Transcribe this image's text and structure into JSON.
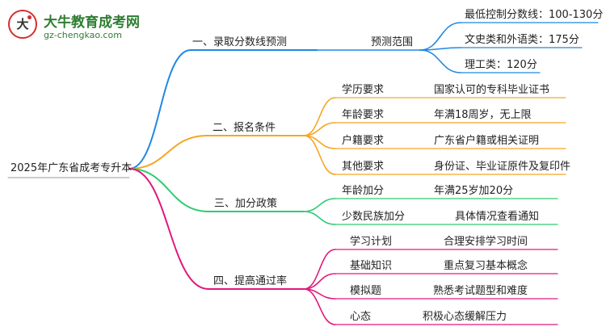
{
  "logo": {
    "icon": "cap-badge-icon",
    "title": "大牛教育成考网",
    "url": "gz-chengkao.com"
  },
  "root": {
    "label": "2025年广东省成考专升本"
  },
  "colors": {
    "blue": "#1e88e5",
    "orange": "#f5a623",
    "green": "#2ecc71",
    "magenta": "#e0197d"
  },
  "branches": [
    {
      "label": "一、录取分数线预测",
      "color": "blue",
      "sub": {
        "label": "预测范围",
        "leaves": [
          "最低控制分数线：100-130分",
          "文史类和外语类：175分",
          "理工类：120分"
        ]
      }
    },
    {
      "label": "二、报名条件",
      "color": "orange",
      "items": [
        {
          "label": "学历要求",
          "value": "国家认可的专科毕业证书"
        },
        {
          "label": "年龄要求",
          "value": "年满18周岁，无上限"
        },
        {
          "label": "户籍要求",
          "value": "广东省户籍或相关证明"
        },
        {
          "label": "其他要求",
          "value": "身份证、毕业证原件及复印件"
        }
      ]
    },
    {
      "label": "三、加分政策",
      "color": "green",
      "items": [
        {
          "label": "年龄加分",
          "value": "年满25岁加20分"
        },
        {
          "label": "少数民族加分",
          "value": "具体情况查看通知"
        }
      ]
    },
    {
      "label": "四、提高通过率",
      "color": "magenta",
      "items": [
        {
          "label": "学习计划",
          "value": "合理安排学习时间"
        },
        {
          "label": "基础知识",
          "value": "重点复习基本概念"
        },
        {
          "label": "模拟题",
          "value": "熟悉考试题型和难度"
        },
        {
          "label": "心态",
          "value": "积极心态缓解压力"
        }
      ]
    }
  ]
}
